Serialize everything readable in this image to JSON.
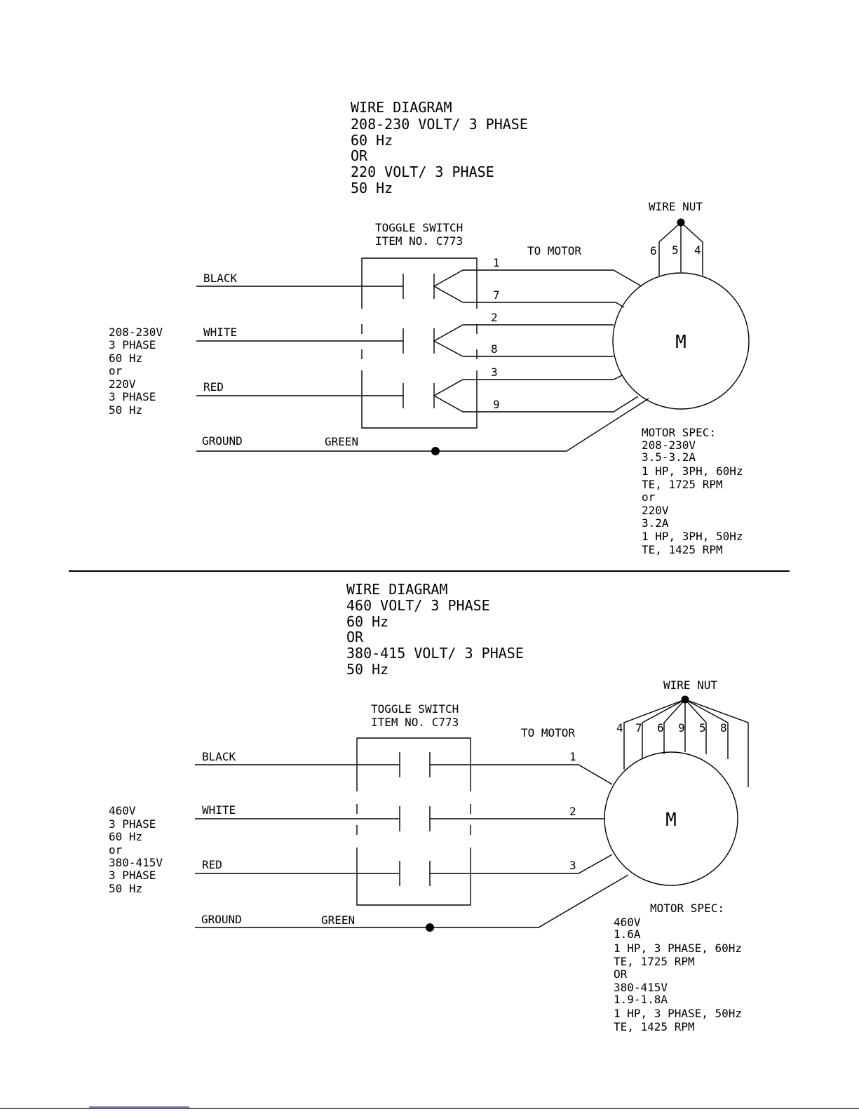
{
  "diagrams": [
    {
      "title_lines": [
        "WIRE DIAGRAM",
        "208-230 VOLT/ 3 PHASE",
        "60 Hz",
        "OR",
        "220 VOLT/ 3 PHASE",
        "50 Hz"
      ],
      "supply_lines": [
        "208-230V",
        "3 PHASE",
        "60 Hz",
        "or",
        "220V",
        "3 PHASE",
        "50 Hz"
      ],
      "wires": {
        "black": "BLACK",
        "white": "WHITE",
        "red": "RED",
        "ground": "GROUND",
        "green": "GREEN"
      },
      "switch_lines": [
        "TOGGLE SWITCH",
        "ITEM NO. C773"
      ],
      "to_motor": "TO MOTOR",
      "wire_nut": "WIRE NUT",
      "nut_leads": [
        "6",
        "5",
        "4"
      ],
      "terminals": [
        "1",
        "7",
        "2",
        "8",
        "3",
        "9"
      ],
      "motor_symbol": "M",
      "spec_lines": [
        "MOTOR SPEC:",
        "208-230V",
        "3.5-3.2A",
        "1 HP, 3PH, 60Hz",
        "TE, 1725 RPM",
        "or",
        "220V",
        "3.2A",
        "1 HP, 3PH, 50Hz",
        "TE, 1425 RPM"
      ]
    },
    {
      "title_lines": [
        "WIRE DIAGRAM",
        "460 VOLT/ 3 PHASE",
        "60 Hz",
        "OR",
        "380-415 VOLT/ 3 PHASE",
        "50 Hz"
      ],
      "supply_lines": [
        "460V",
        "3 PHASE",
        "60 Hz",
        "or",
        "380-415V",
        "3 PHASE",
        "50 Hz"
      ],
      "wires": {
        "black": "BLACK",
        "white": "WHITE",
        "red": "RED",
        "ground": "GROUND",
        "green": "GREEN"
      },
      "switch_lines": [
        "TOGGLE SWITCH",
        "ITEM NO. C773"
      ],
      "to_motor": "TO MOTOR",
      "wire_nut": "WIRE NUT",
      "nut_leads": [
        "4",
        "7",
        "6",
        "9",
        "5",
        "8"
      ],
      "terminals": [
        "1",
        "2",
        "3"
      ],
      "motor_symbol": "M",
      "spec_lines": [
        "MOTOR SPEC:",
        "460V",
        "1.6A",
        "1 HP, 3 PHASE, 60Hz",
        "TE, 1725 RPM",
        "OR",
        "380-415V",
        "1.9-1.8A",
        "1 HP, 3 PHASE, 50Hz",
        "TE, 1425 RPM"
      ]
    }
  ]
}
